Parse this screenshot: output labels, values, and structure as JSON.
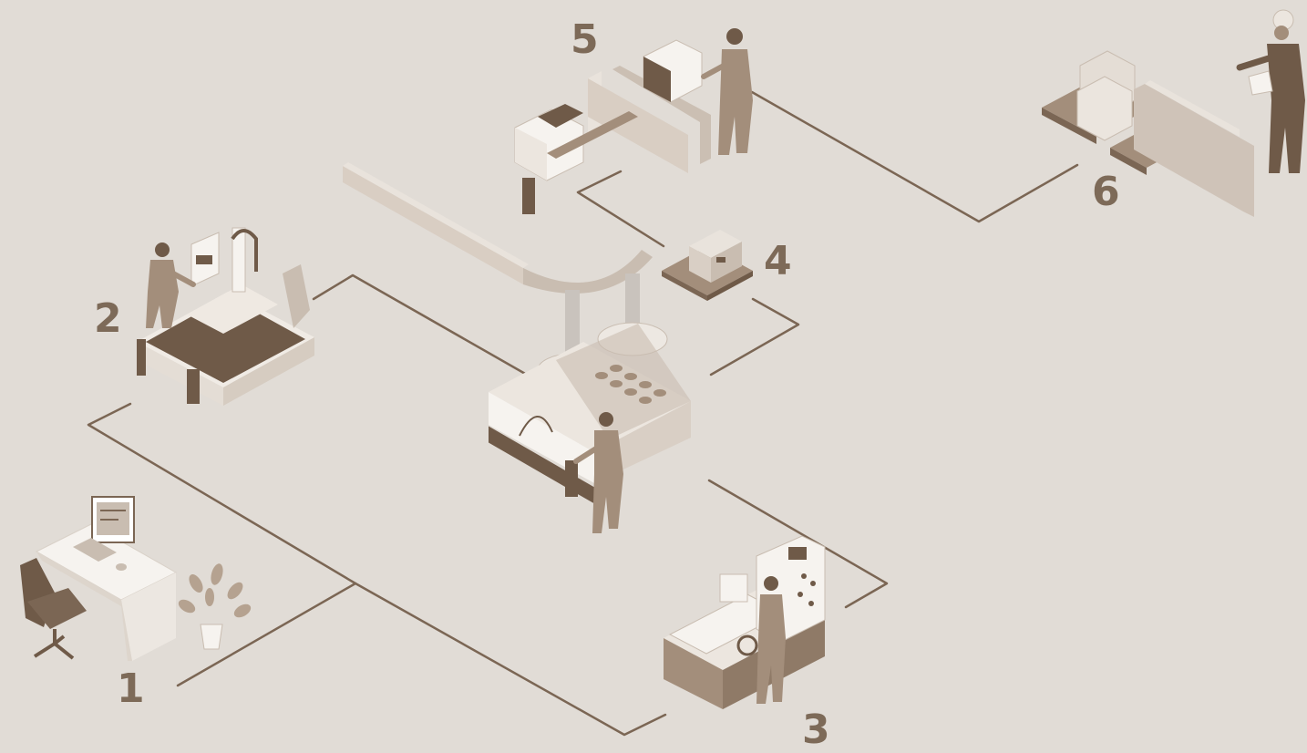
{
  "colors": {
    "background": "#e1dcd6",
    "line": "#7b6654",
    "label": "#7d6a58",
    "dark": "#6f5a48",
    "mid": "#a38e7b",
    "light": "#c9bdb1",
    "white": "#f6f3ef",
    "shade": "#d9d1c8"
  },
  "steps": [
    {
      "number": "1",
      "icon": "office-desk-computer-icon"
    },
    {
      "number": "2",
      "icon": "cnc-router-machine-icon"
    },
    {
      "number": "3",
      "icon": "lathe-machine-icon"
    },
    {
      "number": "4",
      "icon": "boxed-pallet-icon"
    },
    {
      "number": "5",
      "icon": "packaging-machine-icon"
    },
    {
      "number": "6",
      "icon": "warehouse-inspection-icon"
    }
  ],
  "center_station": {
    "icon": "robotic-conveyor-cell-icon"
  }
}
